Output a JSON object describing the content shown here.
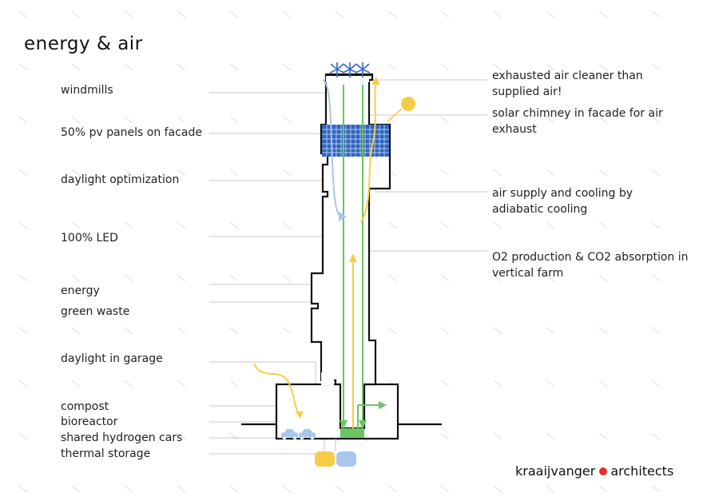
{
  "title": "energy & air",
  "left_labels": [
    "windmills",
    "50% pv panels on facade",
    "daylight optimization",
    "100% LED",
    "energy",
    "green waste",
    "daylight in garage",
    "compost",
    "bioreactor",
    "shared hydrogen cars",
    "thermal storage"
  ],
  "right_labels": [
    "exhausted air cleaner than supplied air!",
    "solar chimney in facade for air exhaust",
    "air supply and cooling by adiabatic cooling",
    "O2 production & CO2 absorption in vertical farm"
  ],
  "brand": {
    "name_left": "kraaijvanger",
    "name_right": "architects",
    "dot_color": "#e8302e"
  },
  "colors": {
    "air_supply": "#a9c6ec",
    "air_exhaust": "#f7cd47",
    "green": "#6cc463",
    "pv": "#3a6fc7",
    "outline": "#111111",
    "leader": "#b8b8b8"
  }
}
